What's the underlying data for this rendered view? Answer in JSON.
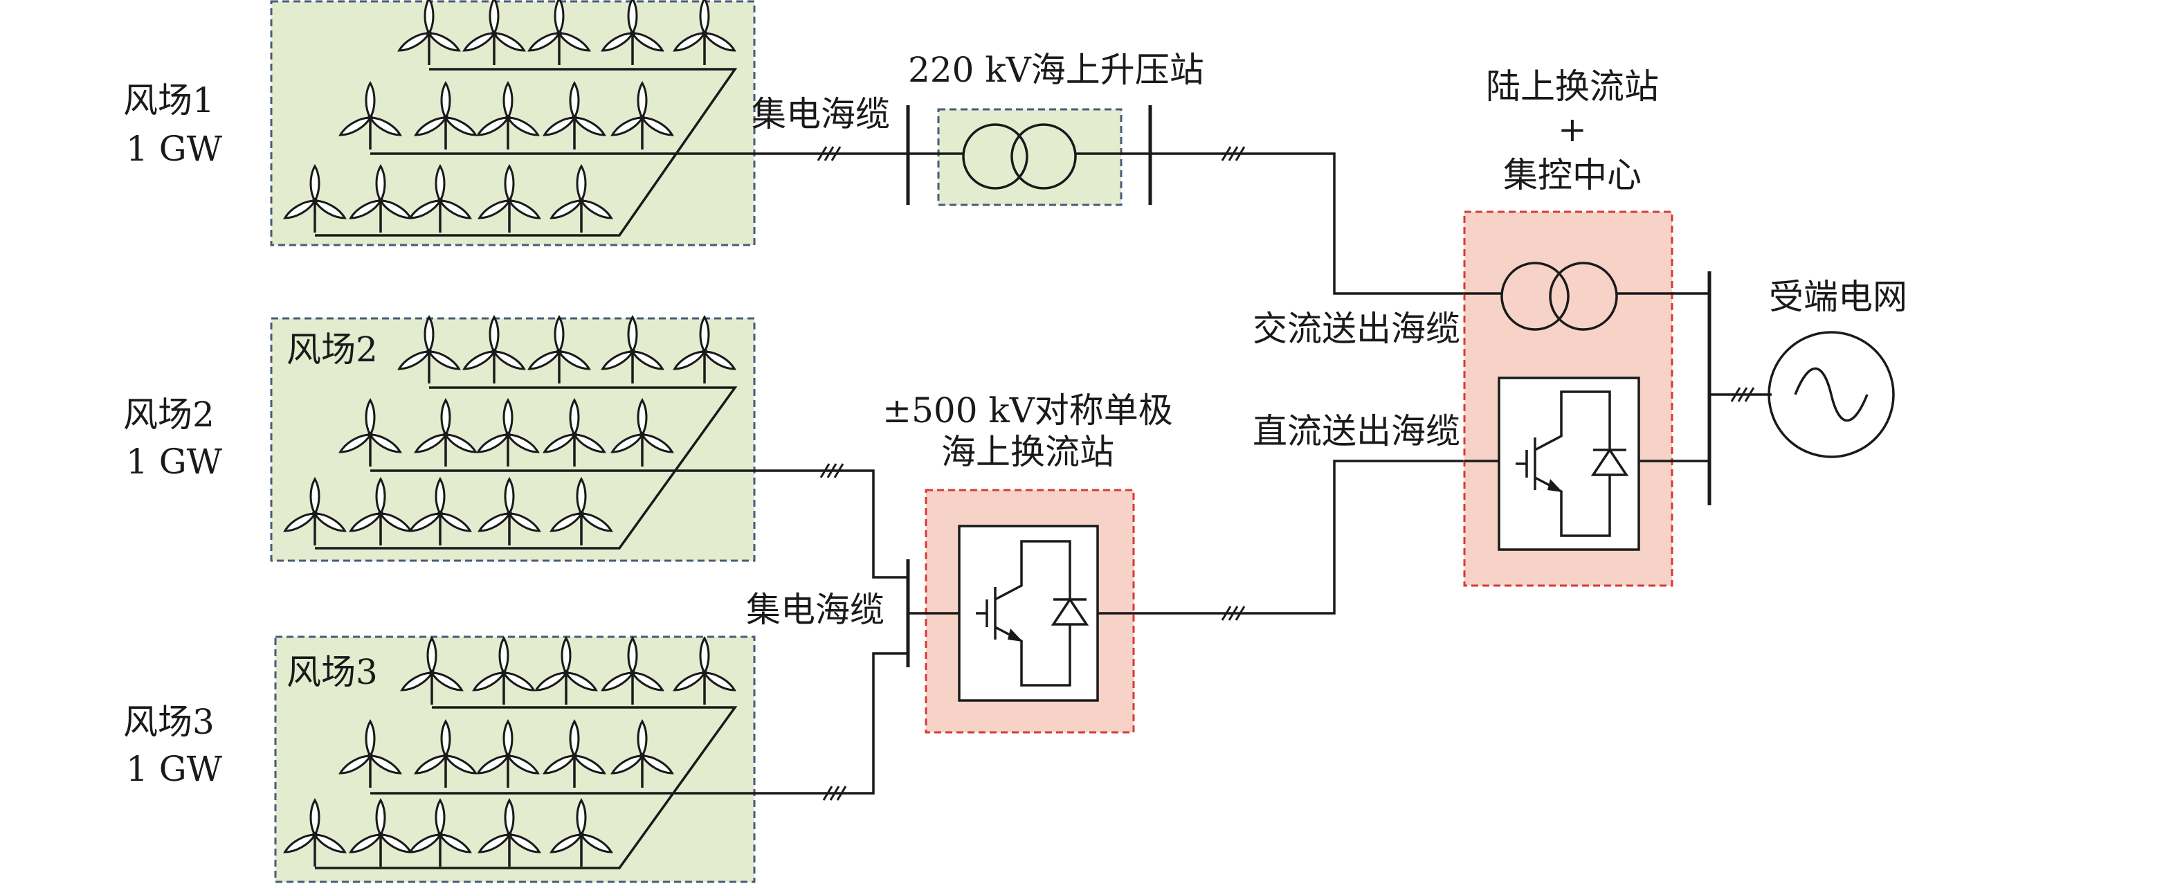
{
  "colors": {
    "farm_fill": "#e3eccf",
    "farm_border": "#4a5a78",
    "converter_fill": "#f6d3c6",
    "converter_border": "#d63a3a",
    "line": "#1a1a1a"
  },
  "farms": [
    {
      "side_name": "风场1",
      "side_capacity": "1 GW",
      "box_label": ""
    },
    {
      "side_name": "风场2",
      "side_capacity": "1 GW",
      "box_label": "风场2"
    },
    {
      "side_name": "风场3",
      "side_capacity": "1 GW",
      "box_label": "风场3"
    }
  ],
  "labels": {
    "collector_cable_top": "集电海缆",
    "collector_cable_mid": "集电海缆",
    "ac_substation": "220 kV海上升压站",
    "dc_station_line1": "±500 kV对称单极",
    "dc_station_line2": "海上换流站",
    "onshore_line1": "陆上换流站",
    "onshore_line2": "+",
    "onshore_line3": "集控中心",
    "ac_export_cable": "交流送出海缆",
    "dc_export_cable": "直流送出海缆",
    "grid": "受端电网"
  },
  "icons": [
    "wind-turbine-icon",
    "transformer-icon",
    "igbt-valve-icon",
    "ac-source-icon"
  ]
}
